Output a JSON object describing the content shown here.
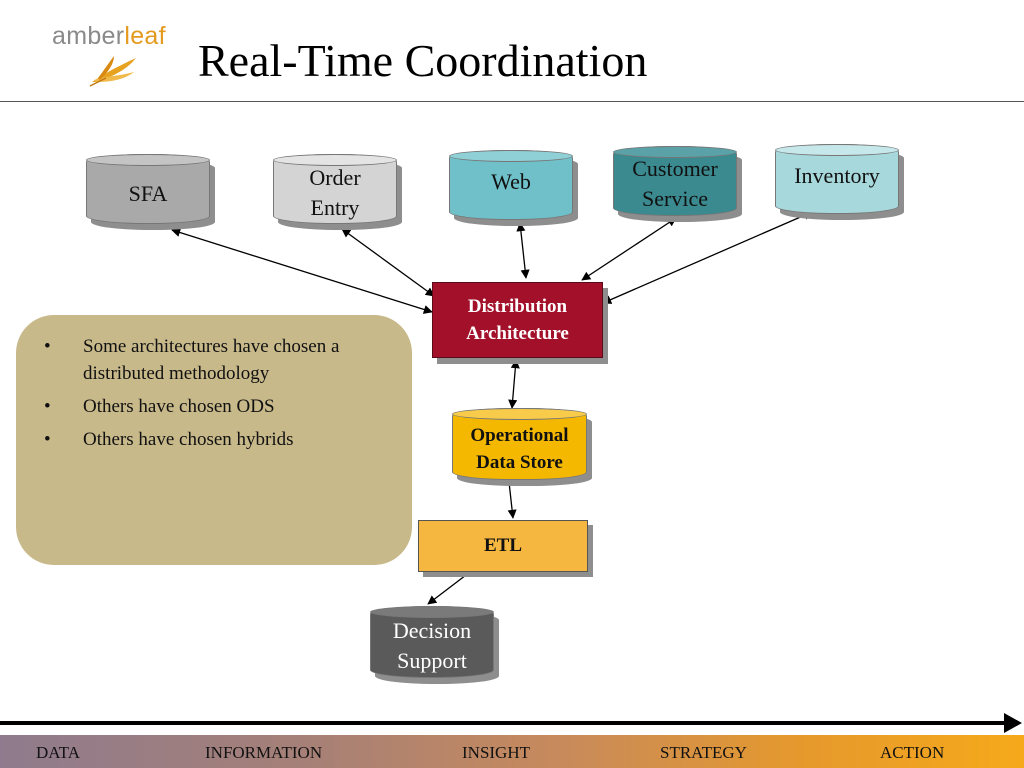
{
  "logo": {
    "part1": "amber",
    "part2": "leaf"
  },
  "title": "Real-Time Coordination",
  "nodes": {
    "sfa": "SFA",
    "order_entry": [
      "Order",
      "Entry"
    ],
    "web": "Web",
    "customer_service": [
      "Customer",
      "Service"
    ],
    "inventory": "Inventory",
    "distribution": [
      "Distribution",
      "Architecture"
    ],
    "ods": [
      "Operational",
      "Data Store"
    ],
    "etl": "ETL",
    "decision_support": [
      "Decision",
      "Support"
    ]
  },
  "bullets": [
    "Some architectures have chosen a distributed methodology",
    "Others have chosen ODS",
    "Others have chosen hybrids"
  ],
  "stages": [
    "DATA",
    "INFORMATION",
    "INSIGHT",
    "STRATEGY",
    "ACTION"
  ],
  "colors": {
    "sfa": "#a9a9a9",
    "order_entry": "#d4d4d4",
    "web": "#6fc0c8",
    "customer_service": "#3a8a90",
    "inventory": "#a7d8dc",
    "distribution": "#a3102a",
    "ods": "#f5b800",
    "etl": "#f6b740",
    "decision_support": "#5a5a5a",
    "panel": "#c8b98a"
  }
}
